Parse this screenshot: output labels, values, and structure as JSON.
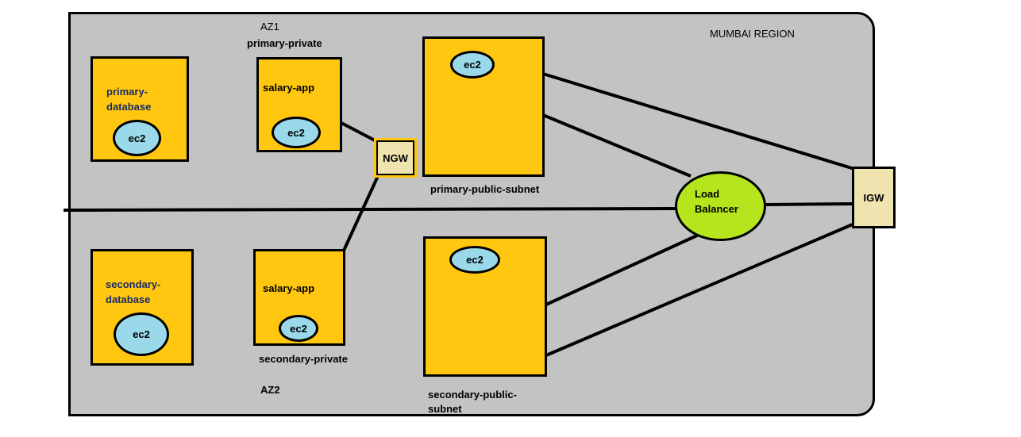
{
  "diagram": {
    "region_label": "MUMBAI REGION",
    "az1_label": "AZ1",
    "az2_label": "AZ2",
    "primary_private_label": "primary-private",
    "secondary_private_label": "secondary-private",
    "primary_public_label": "primary-public-subnet",
    "secondary_public_label_line1": "secondary-public-",
    "secondary_public_label_line2": "subnet",
    "primary_db": {
      "line1": "primary-",
      "line2": "database",
      "instance": "ec2"
    },
    "secondary_db": {
      "line1": "secondary-",
      "line2": "database",
      "instance": "ec2"
    },
    "primary_app": {
      "label": "salary-app",
      "instance": "ec2"
    },
    "secondary_app": {
      "label": "salary-app",
      "instance": "ec2"
    },
    "primary_public_instance": "ec2",
    "secondary_public_instance": "ec2",
    "ngw_label": "NGW",
    "igw_label": "IGW",
    "lb_line1": "Load",
    "lb_line2": "Balancer"
  },
  "colors": {
    "region_fill": "#c3c3c3",
    "subnet_fill": "#ffc70f",
    "instance_fill": "#99d9ea",
    "gateway_fill": "#efe4b0",
    "load_balancer_fill": "#b5e61d",
    "database_label_color": "#1b2a6b"
  }
}
